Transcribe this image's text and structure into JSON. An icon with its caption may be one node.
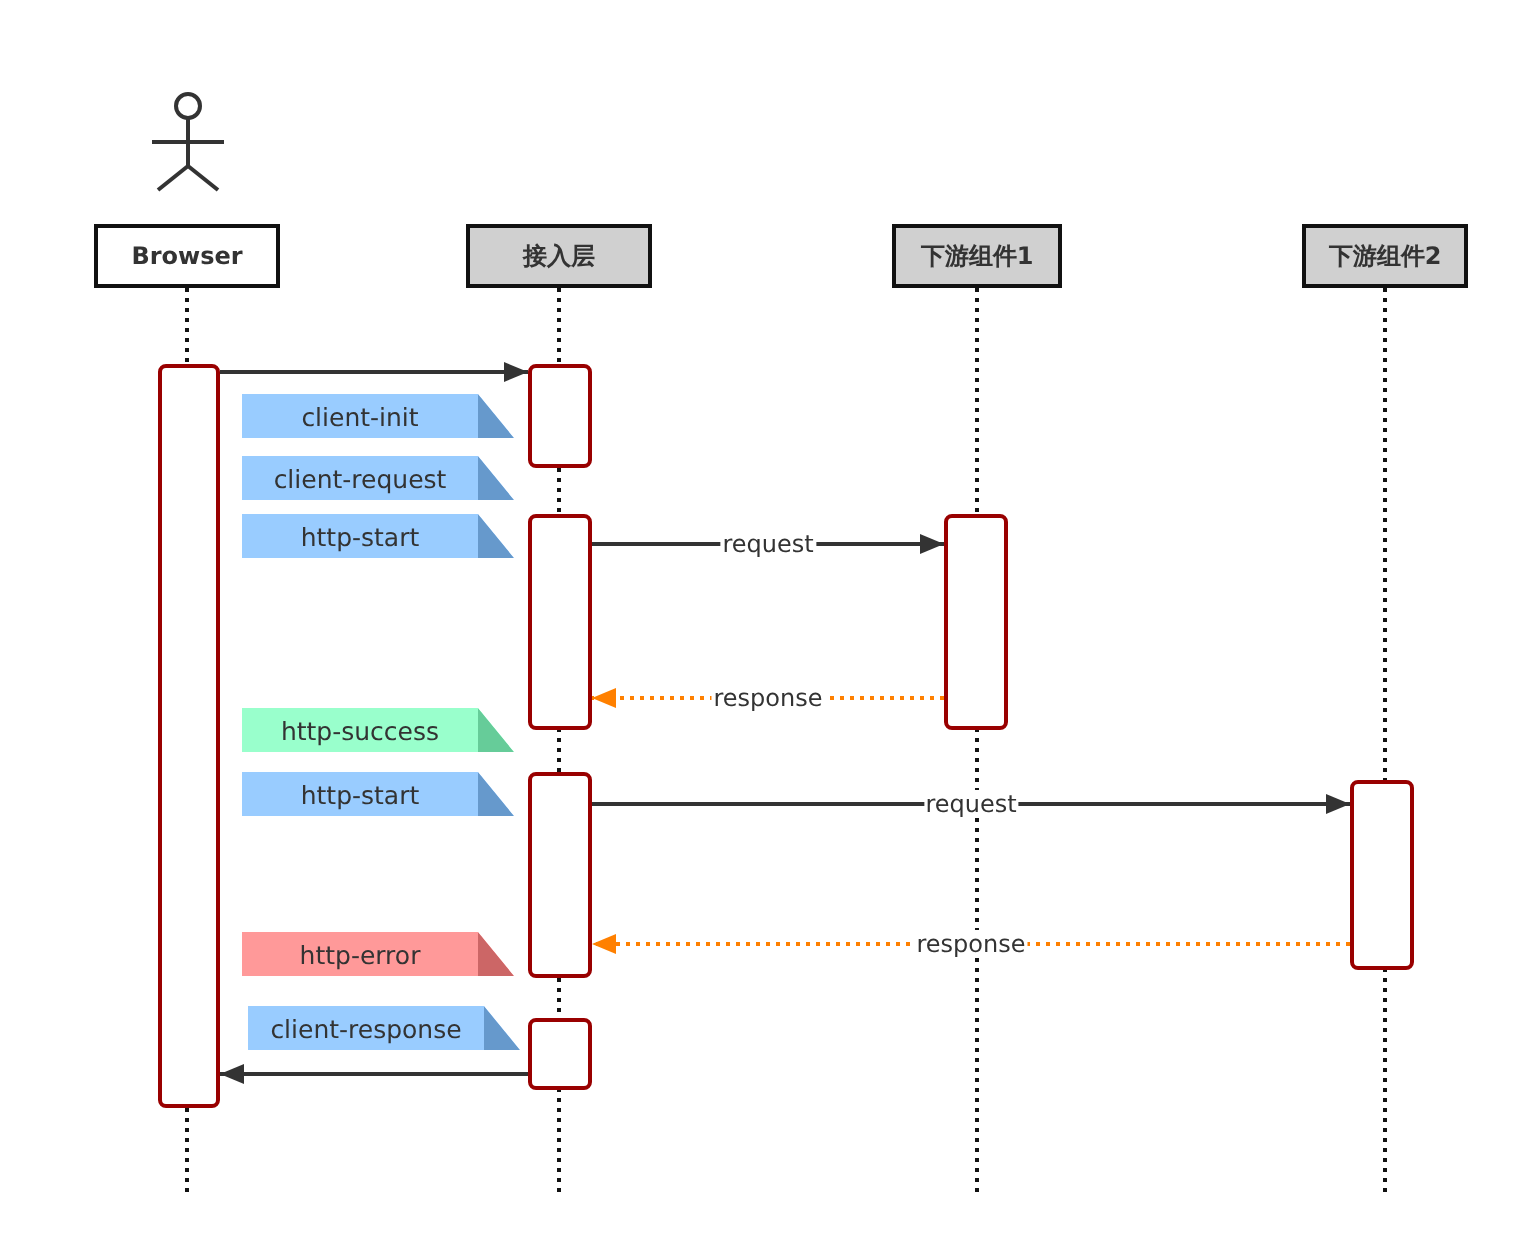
{
  "diagram": {
    "nodes": [
      {
        "text": [
          "Browser"
        ]
      },
      {
        "text": [
          "接入层"
        ]
      },
      {
        "text": [
          "下游组件1"
        ]
      },
      {
        "text": [
          "下游组件2"
        ]
      },
      {
        "text": [],
        "shape": "box"
      },
      {
        "text": [],
        "shape": "box"
      },
      {
        "text": [],
        "shape": "box"
      },
      {
        "text": [],
        "shape": "box"
      },
      {
        "text": [],
        "shape": "box"
      },
      {
        "text": [],
        "shape": "box"
      },
      {
        "text": [],
        "shape": "box"
      },
      {
        "text": [
          "client-init"
        ]
      },
      {
        "text": [
          "client-request"
        ]
      },
      {
        "text": [
          "http-start"
        ]
      },
      {
        "text": [
          "http-success"
        ]
      },
      {
        "text": [
          "http-start"
        ]
      },
      {
        "text": [
          "http-error"
        ]
      },
      {
        "text": [
          "client-response"
        ]
      }
    ],
    "edges": [
      {
        "from": 4,
        "to": 5,
        "arrow": "to"
      },
      {
        "from": 6,
        "to": 9,
        "arrow": "to",
        "label": "request"
      },
      {
        "from": 9,
        "to": 6,
        "arrow": "to",
        "label": "response",
        "style": "dashed",
        "color": "#ff8000"
      },
      {
        "from": 7,
        "to": 10,
        "arrow": "to",
        "label": "request"
      },
      {
        "from": 10,
        "to": 7,
        "arrow": "to",
        "label": "response",
        "style": "dashed",
        "color": "#ff8000"
      },
      {
        "from": 8,
        "to": 4,
        "arrow": "to"
      }
    ]
  }
}
